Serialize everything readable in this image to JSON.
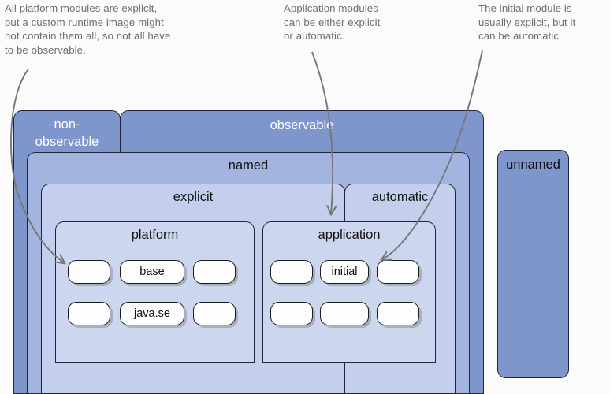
{
  "notes": {
    "platform": "All platform modules are explicit,\nbut a custom runtime image might\nnot contain them all, so not all have\nto be observable.",
    "application": "Application modules\ncan be either explicit\nor automatic.",
    "initial": "The initial module is\nusually explicit, but it\ncan be automatic."
  },
  "regions": {
    "non_observable": "non-\nobservable",
    "observable": "observable",
    "named": "named",
    "explicit": "explicit",
    "automatic": "automatic",
    "unnamed": "unnamed"
  },
  "groups": {
    "platform": {
      "label": "platform",
      "modules": [
        {
          "label": ""
        },
        {
          "label": "base"
        },
        {
          "label": ""
        },
        {
          "label": ""
        },
        {
          "label": "java.se"
        },
        {
          "label": ""
        }
      ]
    },
    "application": {
      "label": "application",
      "modules": [
        {
          "label": ""
        },
        {
          "label": "initial"
        },
        {
          "label": ""
        },
        {
          "label": ""
        },
        {
          "label": ""
        },
        {
          "label": ""
        }
      ]
    }
  },
  "colors": {
    "background": "#fbfbfb",
    "outer_band": "#7f96cd",
    "named_band": "#a3b4df",
    "explicit_band": "#c3cfec",
    "group_band": "#ccd7ef",
    "module_fill": "#fdfdfd",
    "stroke": "#20263a",
    "note_text": "#6d6d6d",
    "arrow": "#77777a"
  },
  "arrows": [
    {
      "name": "arrow-to-platform-module",
      "from": "platform note",
      "to": "platform first module"
    },
    {
      "name": "arrow-to-application",
      "from": "application note",
      "to": "application region"
    },
    {
      "name": "arrow-to-initial-module",
      "from": "initial note",
      "to": "initial module"
    }
  ]
}
